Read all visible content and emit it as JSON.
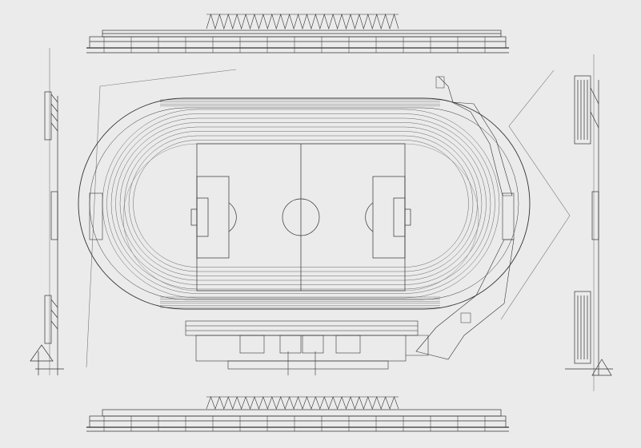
{
  "drawing": {
    "background": "#ebebeb",
    "line_color": "#333333",
    "light_line_color": "#8a8a8a",
    "elevation_labels": {
      "north": "",
      "south": "",
      "west": "",
      "east": ""
    },
    "field": {
      "markings": [
        "halfway-line",
        "centre-circle",
        "penalty-area-left",
        "penalty-area-right",
        "goal-area-left",
        "goal-area-right",
        "penalty-arc-left",
        "penalty-arc-right"
      ]
    },
    "track": {
      "lanes_visible": true
    }
  }
}
